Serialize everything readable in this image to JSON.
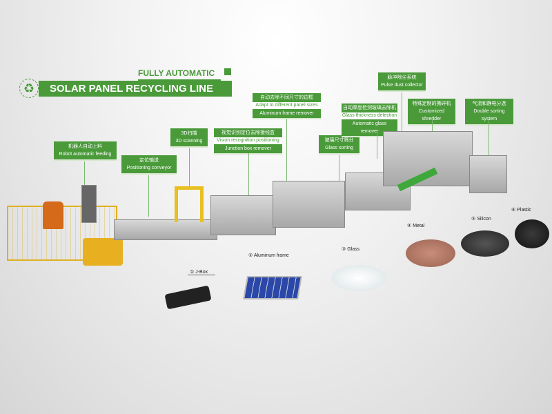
{
  "header": {
    "subtitle": "FULLY AUTOMATIC",
    "title": "SOLAR PANEL RECYCLING LINE",
    "logo": "recycle-icon"
  },
  "steps": [
    {
      "cn": "机器人自动上料",
      "en": "Robot automatic feeding"
    },
    {
      "cn": "定位输送",
      "en": "Positioning conveyor"
    },
    {
      "cn": "3D扫描",
      "en": "3D scanning"
    },
    {
      "cn": "视觉识别定位去除接线盒",
      "en1": "Vision recognition positioning",
      "en2": "Junction box remover"
    },
    {
      "cn": "自动去除不同尺寸的边框",
      "en1": "Adapt to different panel sizes",
      "en2": "Aluminum frame remover"
    },
    {
      "cn": "玻璃尺寸筛分",
      "en": "Glass sorting"
    },
    {
      "cn": "自动厚度检测玻璃去除机",
      "en1": "Glass thickness detection",
      "en2": "Automatic glass remover"
    },
    {
      "cn": "脉冲除尘系统",
      "en": "Pulse dust collector"
    },
    {
      "cn": "特殊定制的撕碎机",
      "en": "Customized shredder"
    },
    {
      "cn": "气流和静电分选",
      "en": "Double sorting system"
    }
  ],
  "outputs": [
    "① J-Box",
    "② Aluminum frame",
    "③ Glass",
    "④ Metal",
    "⑤ Silicon",
    "⑥ Plastic"
  ],
  "colors": {
    "accent": "#4a9a3a",
    "machine": "#b0b0b0",
    "fence": "#e0b020"
  }
}
